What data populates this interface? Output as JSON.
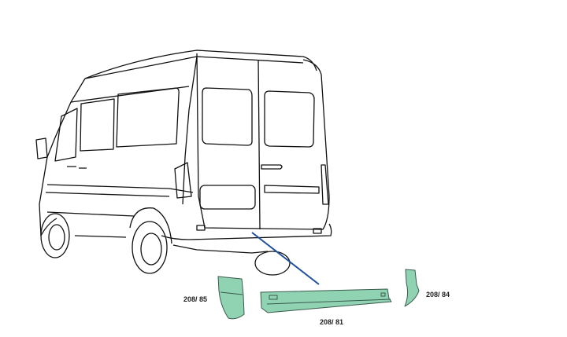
{
  "parts": [
    {
      "id": "left-corner",
      "label": "208/ 85"
    },
    {
      "id": "rear-bumper-step",
      "label": "208/ 81"
    },
    {
      "id": "right-corner",
      "label": "208/ 84"
    }
  ],
  "colors": {
    "part_fill": "#8fd3b3",
    "part_stroke": "#3a5a4c",
    "leader_line": "#1f4f9c",
    "outline": "#111111"
  }
}
